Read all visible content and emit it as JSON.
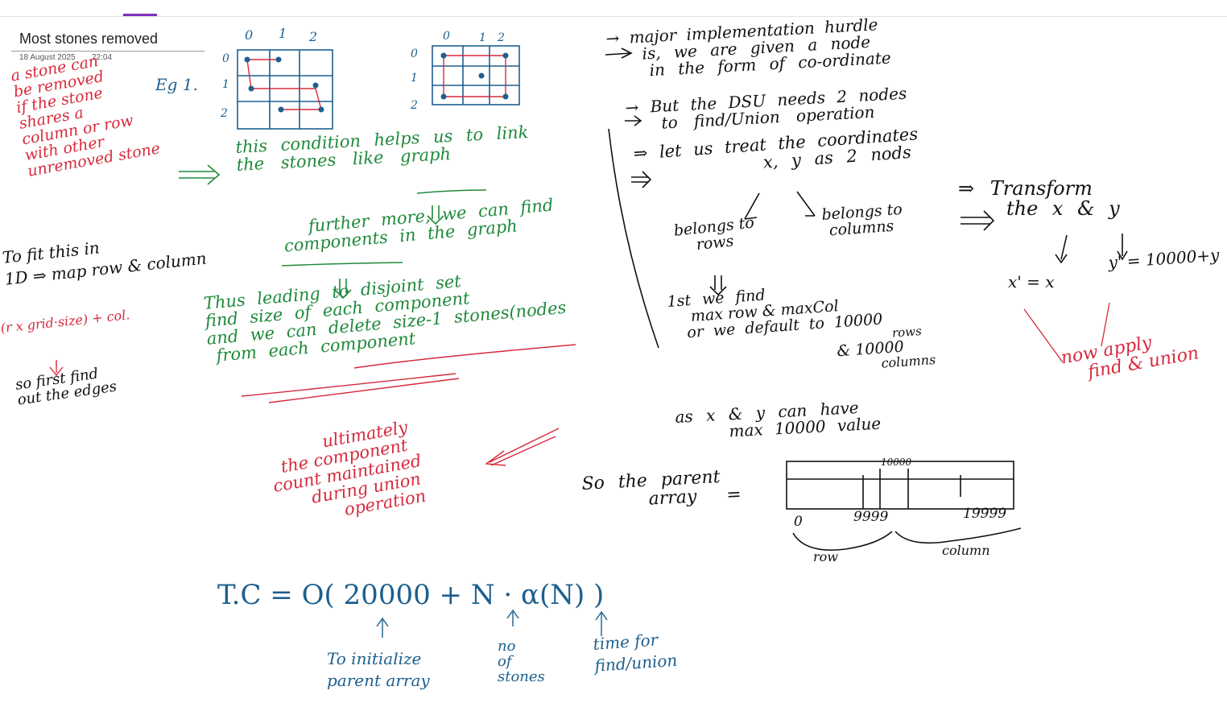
{
  "page": {
    "title": "Most stones removed",
    "date": "18 August 2025",
    "time": "22:04"
  },
  "colors": {
    "red_ink": "#d62a3c",
    "green_ink": "#1f8a3b",
    "blue_ink": "#1d5f8f",
    "black_ink": "#111111",
    "tab_accent": "#7b2fbf"
  },
  "notes": {
    "definition": [
      "a stone can",
      "be removed",
      "if the stone",
      "shares a",
      "column or row",
      "with other",
      "unremoved stone"
    ],
    "eg_label": "Eg 1.",
    "grid1_col_labels": [
      "0",
      "1",
      "2"
    ],
    "grid1_row_labels": [
      "0",
      "1",
      "2"
    ],
    "grid2_col_labels": [
      "0",
      "1",
      "2"
    ],
    "grid2_row_labels": [
      "0",
      "1",
      "2"
    ],
    "condition": [
      "this condition helps us to link",
      "the stones like graph"
    ],
    "further": [
      "further more, we can find",
      "components in the graph"
    ],
    "thus": [
      "Thus leading to disjoint set",
      "find size of each component",
      "and we can delete size-1 stones(nodes",
      "from each component"
    ],
    "fit": [
      "To fit this in",
      "1D ⇒ map row & column"
    ],
    "formula": "(r x grid·size) + col.",
    "edges": [
      "so first find",
      "out the edges"
    ],
    "ultimately": [
      "ultimately",
      "the component",
      "count maintained",
      "during union",
      "operation"
    ],
    "tc_formula": "T.C = O( 20000 + N · α(N) )",
    "tc_init": [
      "To initialize",
      "parent array"
    ],
    "tc_stones": [
      "no",
      "of",
      "stones"
    ],
    "tc_time": [
      "time for",
      "find/union"
    ],
    "major": [
      "→ major implementation hurdle",
      "is, we are given a node",
      "in the form of co-ordinate"
    ],
    "but": [
      "→ But the DSU needs 2 nodes",
      "to find/Union operation"
    ],
    "treat": [
      "⇒ let us treat the coordinates",
      "x, y as 2 nods"
    ],
    "belongs_rows": [
      "belongs to",
      "rows"
    ],
    "belongs_cols": [
      "belongs to",
      "columns"
    ],
    "first_find": [
      "1st we find",
      "max row & maxCol",
      "or we default to 10000",
      "rows",
      "& 10000",
      "columns"
    ],
    "as_xy": [
      "as x & y can have",
      "max 10000 value"
    ],
    "parent_array": [
      "So the parent",
      "array ="
    ],
    "array_top": "10000",
    "array_labels": [
      "0",
      "9999",
      "19999"
    ],
    "array_row": "row",
    "array_col": "column",
    "transform": [
      "⇒ Transform",
      "the x & y"
    ],
    "x_prime": "x' = x",
    "y_prime": "y' = 10000+y",
    "now_apply": [
      "now apply",
      "find & union"
    ]
  }
}
